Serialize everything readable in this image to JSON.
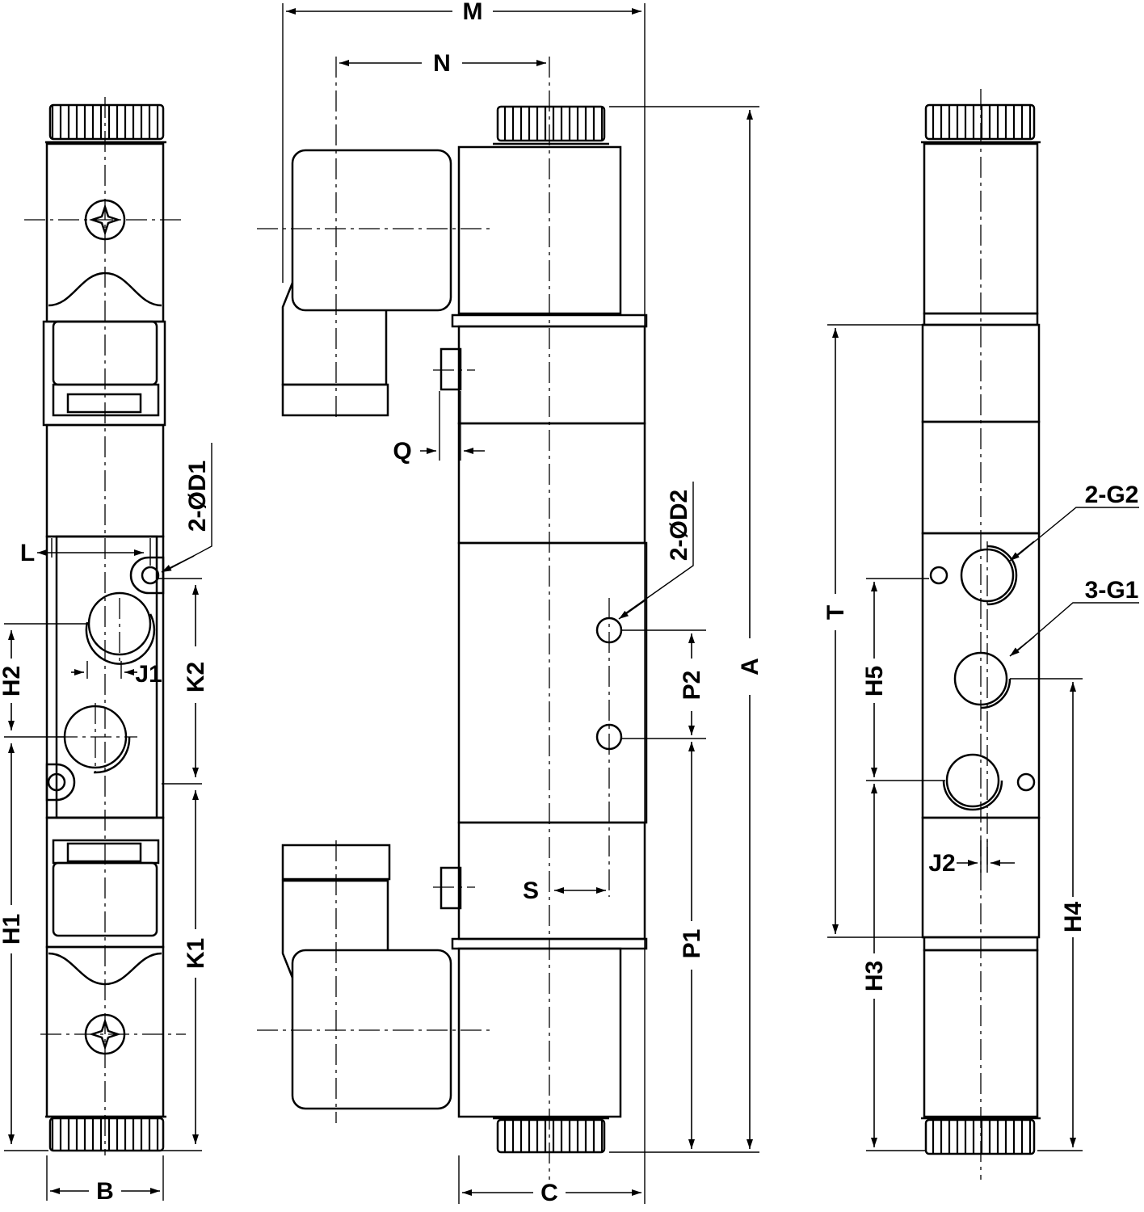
{
  "labels": {
    "M": "M",
    "N": "N",
    "Q": "Q",
    "S": "S",
    "A": "A",
    "B": "B",
    "C": "C",
    "L": "L",
    "T": "T",
    "H1": "H1",
    "H2": "H2",
    "H3": "H3",
    "H4": "H4",
    "H5": "H5",
    "J1": "J1",
    "J2": "J2",
    "K1": "K1",
    "K2": "K2",
    "P1": "P1",
    "P2": "P2",
    "D1": "2-ØD1",
    "D2": "2-ØD2",
    "G1": "3-G1",
    "G2": "2-G2"
  }
}
